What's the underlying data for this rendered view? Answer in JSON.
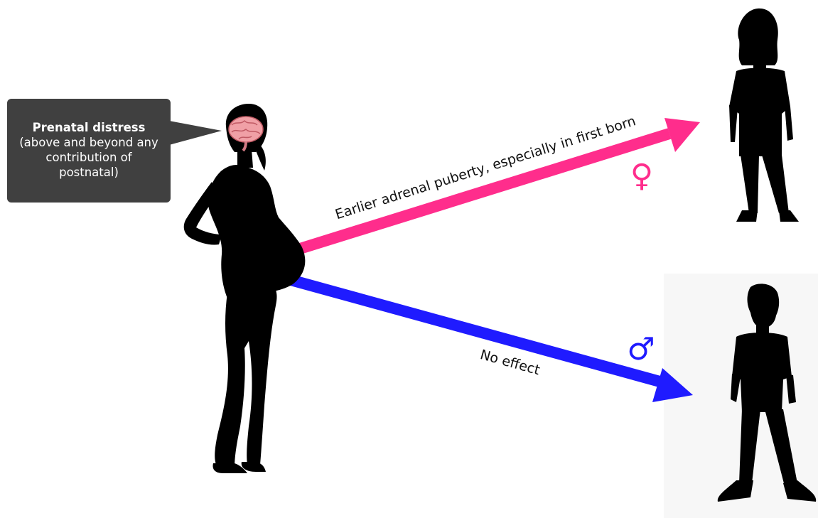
{
  "callout": {
    "title": "Prenatal distress",
    "body_lines": [
      "(above and beyond any",
      "contribution of",
      "postnatal)"
    ]
  },
  "arrows": {
    "girls": {
      "label": "Earlier adrenal puberty, especially in first born",
      "color": "#ff2d8c",
      "symbol": "♀"
    },
    "boys": {
      "label": "No effect",
      "color": "#1f1bff",
      "symbol": "♂"
    }
  },
  "icons": {
    "mother": "pregnant-woman-silhouette",
    "brain": "brain-icon",
    "girl": "girl-silhouette",
    "boy": "boy-silhouette"
  }
}
